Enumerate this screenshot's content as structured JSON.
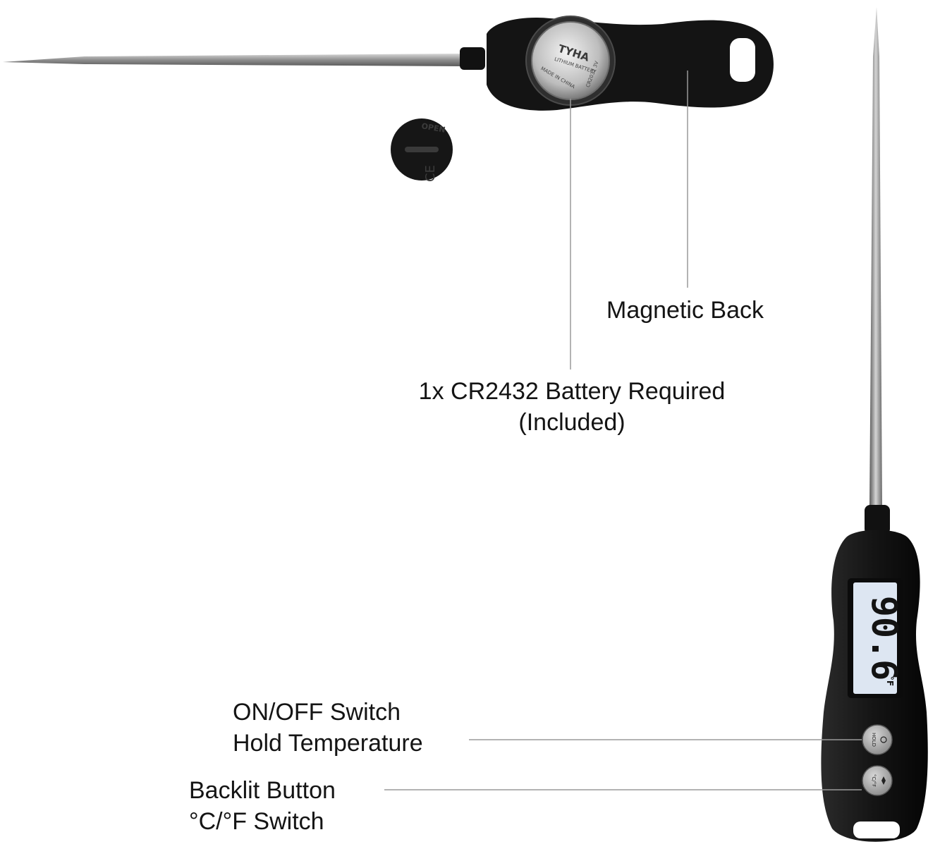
{
  "callouts": {
    "magnetic_back": "Magnetic Back",
    "battery_line1": "1x CR2432 Battery Required",
    "battery_line2": "(Included)",
    "onoff_line1": "ON/OFF Switch",
    "onoff_line2": "Hold Temperature",
    "backlit_line1": "Backlit Button",
    "backlit_line2": "°C/°F Switch"
  },
  "device": {
    "battery_brand": "TYHA",
    "battery_text": "LITHIUM BATTERY",
    "battery_origin": "MADE IN CHINA",
    "battery_model": "CR2032 3V",
    "cap_text": "OPEN",
    "cap_mark": "CE",
    "lcd_reading": "90.6",
    "lcd_unit": "°F",
    "button_hold_label": "HOLD",
    "button_unit_label": "°C/°F"
  },
  "colors": {
    "body": "#151515",
    "probe": "#9a9a9a",
    "lcd": "#dde6f2",
    "leader": "#9a9a9a"
  }
}
